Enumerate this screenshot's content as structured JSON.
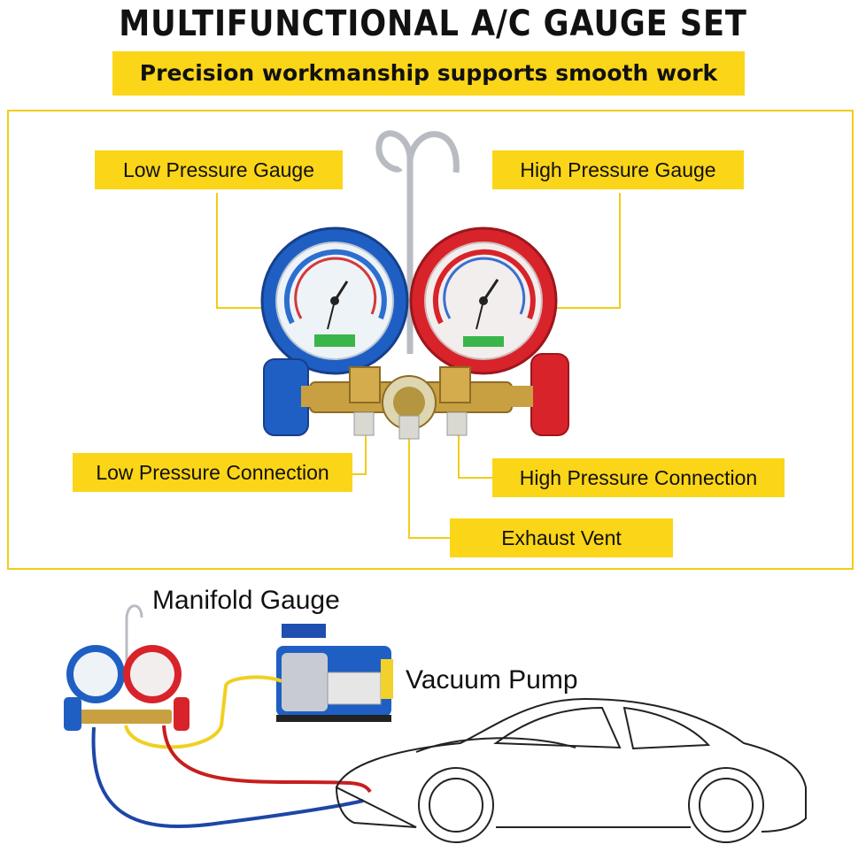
{
  "title": "MULTIFUNCTIONAL A/C GAUGE SET",
  "subtitle": "Precision workmanship supports smooth work",
  "callouts": {
    "low_gauge": "Low Pressure Gauge",
    "high_gauge": "High Pressure Gauge",
    "low_connection": "Low Pressure Connection",
    "high_connection": "High Pressure Connection",
    "exhaust": "Exhaust Vent"
  },
  "usage": {
    "manifold_label": "Manifold Gauge",
    "pump_label": "Vacuum Pump"
  },
  "colors": {
    "accent_yellow": "#fbd518",
    "panel_border": "#f2cc1a",
    "low_side_blue": "#1f5fc4",
    "high_side_red": "#d8232a",
    "brass": "#c9a041",
    "hose_yellow": "#f0d020",
    "hose_red": "#c81e1e",
    "hose_blue": "#1e46a8"
  }
}
